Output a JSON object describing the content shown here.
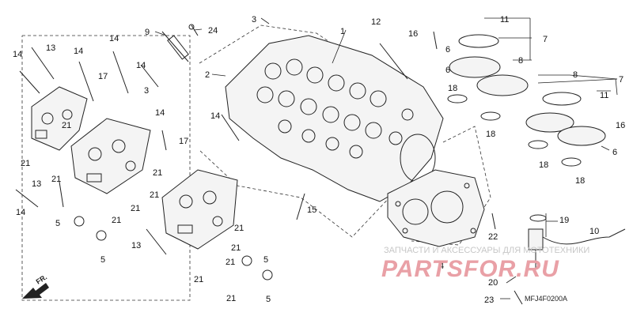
{
  "diagram": {
    "callouts": [
      "1",
      "2",
      "3",
      "4",
      "5",
      "6",
      "7",
      "8",
      "9",
      "10",
      "11",
      "12",
      "13",
      "14",
      "15",
      "16",
      "17",
      "18",
      "19",
      "20",
      "21",
      "22",
      "23",
      "24"
    ],
    "front_marker": "FR.",
    "diagram_code": "MFJ4F0200A",
    "watermark_text": "ЗАПЧАСТИ И АКСЕССУАРЫ ДЛЯ МОТОТЕХНИКИ",
    "watermark_logo": "PARTSFOR.RU"
  },
  "colors": {
    "line": "#222222",
    "watermark": "#e9a0a6",
    "background": "#ffffff"
  }
}
